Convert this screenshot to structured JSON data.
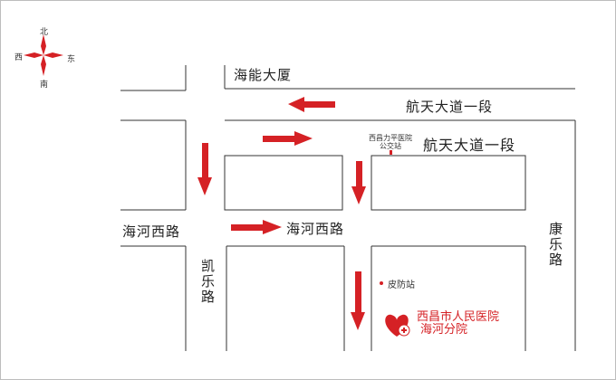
{
  "compass": {
    "north": "北",
    "south": "南",
    "east": "东",
    "west": "西"
  },
  "roads": {
    "hai_neng_building": "海能大厦",
    "hangtian_upper": "航天大道一段",
    "hangtian_lower": "航天大道一段",
    "haihe_west_road_left": "海河西路",
    "haihe_west_road_center": "海河西路",
    "kaile_road": "凯乐路",
    "kangle_road": "康乐路"
  },
  "stops": {
    "bus_stop_line1": "西昌力平医院",
    "bus_stop_line2": "公交站",
    "pifang_stop": "皮防站"
  },
  "hospital": {
    "line1": "西昌市人民医院",
    "line2": "海河分院"
  },
  "colors": {
    "arrow": "#d52125",
    "road_line": "#333333",
    "text": "#222222",
    "hospital_text": "#d52125"
  }
}
